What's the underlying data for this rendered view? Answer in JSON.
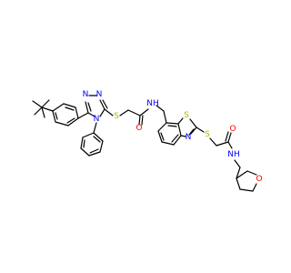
{
  "colors": {
    "bond": "#000000",
    "N": "#0000ff",
    "S": "#b2b200",
    "O": "#ff0000",
    "background": "#ffffff"
  },
  "atoms": {
    "n_triazole_top": "N",
    "n_triazole_right": "N",
    "n_triazole_4": "N",
    "s_thioether_1": "S",
    "o_amide_1": "O",
    "nh_amide_1": "NH",
    "s_benzothiazole": "S",
    "n_benzothiazole": "N",
    "s_thioether_2": "S",
    "o_amide_2": "O",
    "nh_amide_2": "NH",
    "o_thf": "O"
  }
}
